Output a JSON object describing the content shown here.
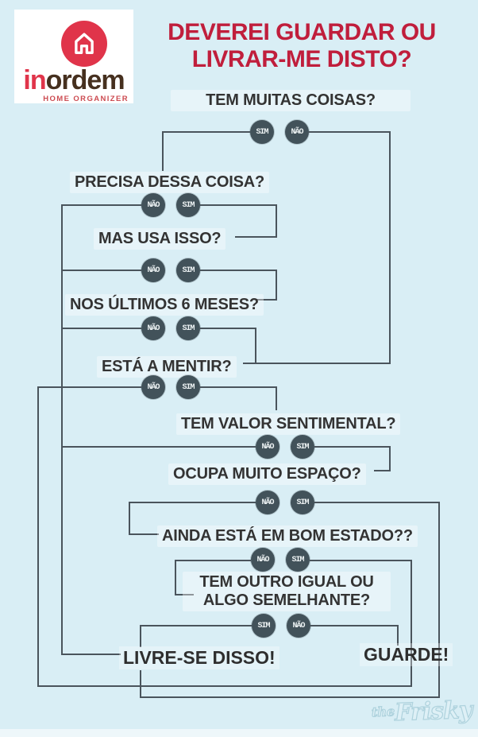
{
  "page": {
    "background_color": "#d9eef5",
    "line_color": "#4a545c",
    "node_color": "#42525a",
    "text_color": "#333333",
    "accent_color": "#c01e3c"
  },
  "logo": {
    "brand_prefix": "in",
    "brand_suffix": "ordem",
    "tagline": "HOME ORGANIZER",
    "icon": "house-icon",
    "colors": {
      "red": "#e0344a",
      "brown": "#46301f",
      "box": "#ffffff"
    }
  },
  "title": {
    "line1": "DEVEREI GUARDAR OU",
    "line2": "LIVRAR-ME DISTO?"
  },
  "flow": {
    "questions": [
      {
        "label": "TEM MUITAS COISAS?",
        "left": "SIM",
        "right": "NÃO"
      },
      {
        "label": "PRECISA DESSA COISA?",
        "left": "NÃO",
        "right": "SIM"
      },
      {
        "label": "MAS USA ISSO?",
        "left": "NÃO",
        "right": "SIM"
      },
      {
        "label": "NOS ÚLTIMOS 6 MESES?",
        "left": "NÃO",
        "right": "SIM"
      },
      {
        "label": "ESTÁ A MENTIR?",
        "left": "NÃO",
        "right": "SIM"
      },
      {
        "label": "TEM VALOR SENTIMENTAL?",
        "left": "NÃO",
        "right": "SIM"
      },
      {
        "label": "OCUPA MUITO ESPAÇO?",
        "left": "NÃO",
        "right": "SIM"
      },
      {
        "label": "AINDA ESTÁ EM BOM ESTADO??",
        "left": "NÃO",
        "right": "SIM"
      },
      {
        "label_line1": "TEM OUTRO IGUAL OU",
        "label_line2": "ALGO SEMELHANTE?",
        "left": "SIM",
        "right": "NÃO"
      }
    ],
    "outcomes": {
      "discard": "LIVRE-SE DISSO!",
      "keep": "GUARDE!"
    }
  },
  "watermark": {
    "prefix": "the",
    "name": "Frisky"
  }
}
